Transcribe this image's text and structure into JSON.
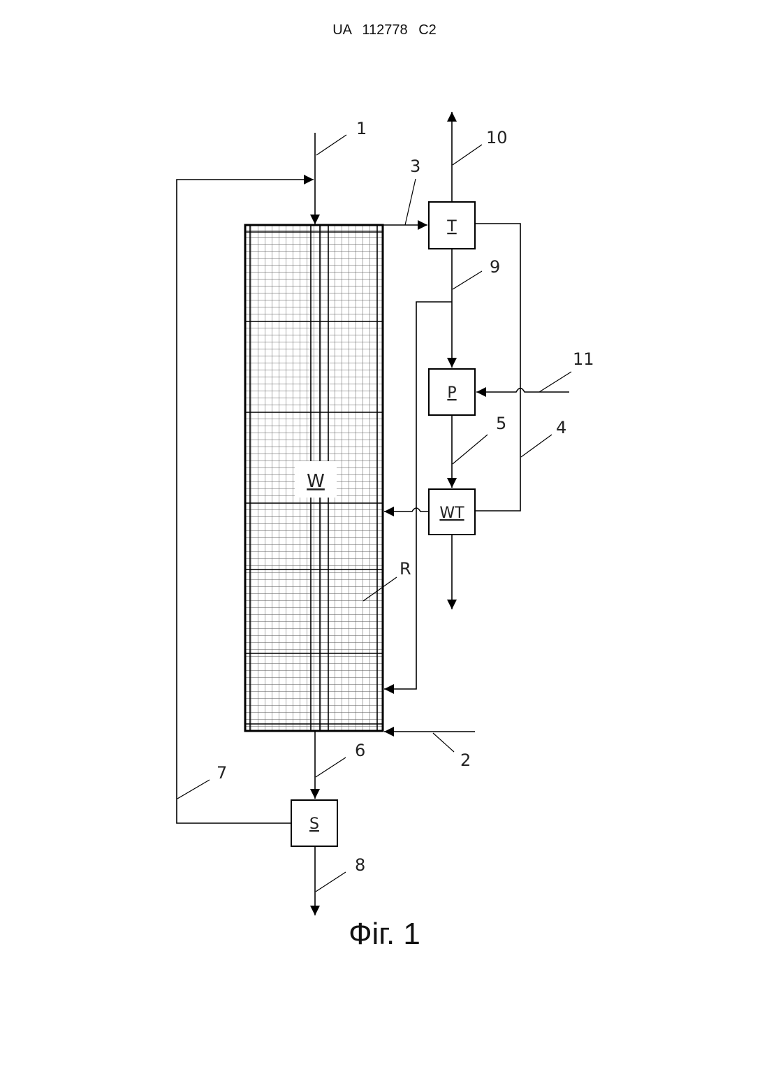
{
  "header": {
    "patent_id": "UA   112778   C2"
  },
  "figure": {
    "caption": "Фіг. 1",
    "units": {
      "reactor": "W",
      "packing": "R",
      "top_box": "T",
      "middle_box": "P",
      "lower_box": "WT",
      "bottom_box": "S"
    },
    "stream_labels": {
      "s1": "1",
      "s2": "2",
      "s3": "3",
      "s4": "4",
      "s5": "5",
      "s6": "6",
      "s7": "7",
      "s8": "8",
      "s9": "9",
      "s10": "10",
      "s11": "11"
    }
  }
}
